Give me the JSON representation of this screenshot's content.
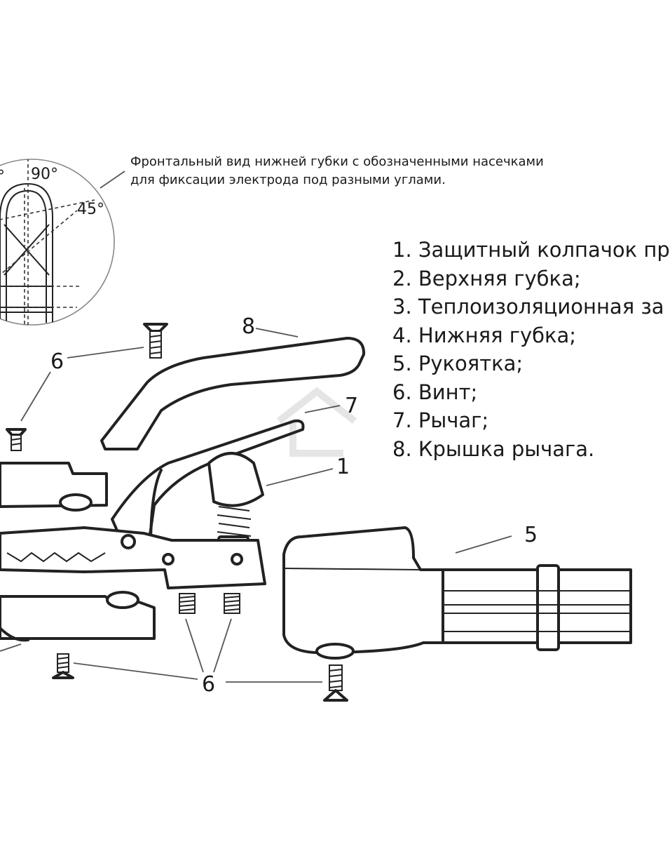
{
  "note": {
    "line1": "Фронтальный вид нижней губки с обозначенными насечками",
    "line2": "для фиксации электрода под разными углами."
  },
  "angles": {
    "a90": "90°",
    "a45": "45°"
  },
  "legend": [
    "1. Защитный колпачок пр",
    "2. Верхняя губка;",
    "3. Теплоизоляционная за",
    "4. Нижняя губка;",
    "5. Рукоятка;",
    "6. Винт;",
    "7. Рычаг;",
    "8. Крышка рычага."
  ],
  "callouts": {
    "c1": "1",
    "c5": "5",
    "c6a": "6",
    "c6b": "6",
    "c7": "7",
    "c8": "8"
  }
}
